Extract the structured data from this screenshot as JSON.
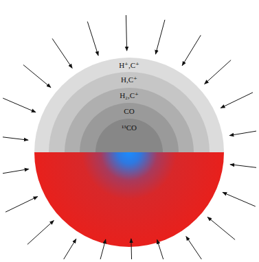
{
  "diagram": {
    "nodes": [
      {
        "text": [
          "H⁺,C⁺"
        ]
      },
      {
        "text": [
          "H,C⁺"
        ],
        "in": 0
      },
      {
        "text": [
          "H₂,C⁺"
        ],
        "in": 1
      },
      {
        "text": [
          "CO"
        ],
        "in": 2
      },
      {
        "text": [
          "¹³CO"
        ],
        "in": 3
      }
    ]
  }
}
